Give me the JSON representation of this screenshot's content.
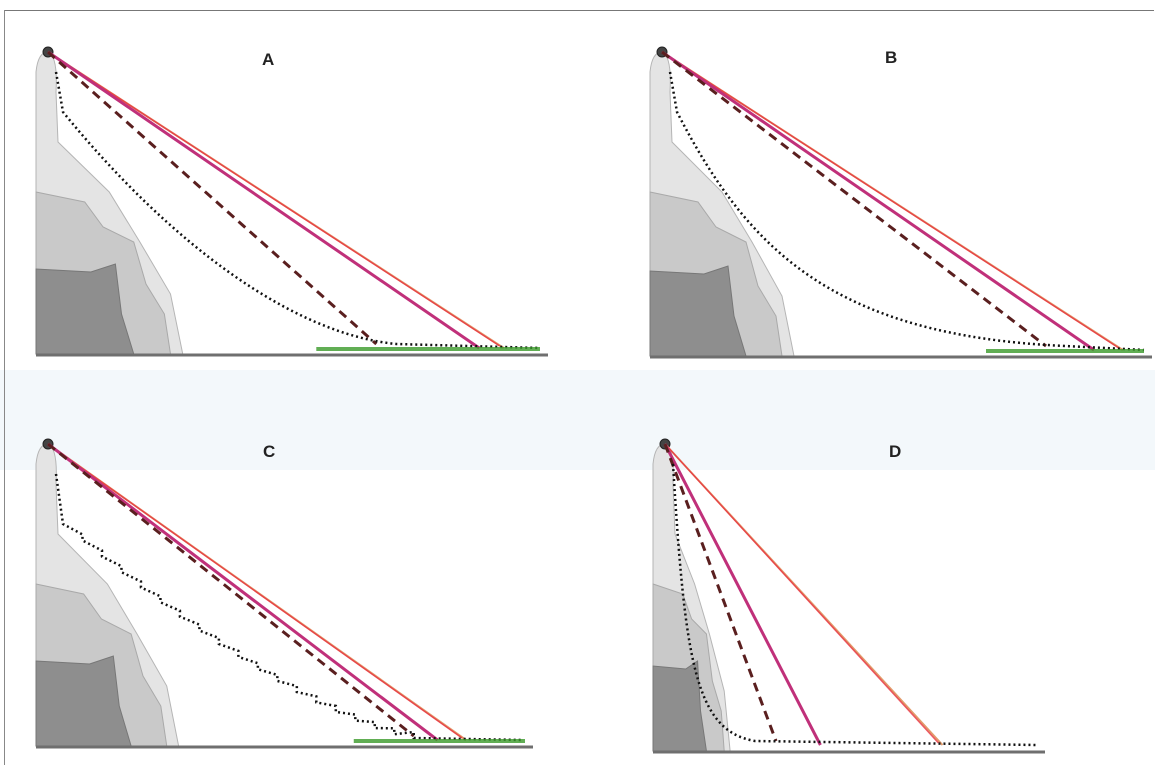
{
  "panels": [
    {
      "id": "A",
      "label": "A",
      "runout": {
        "dash": 0.67,
        "magenta": 0.88,
        "orange": 0.93,
        "curve": "convex-moderate"
      }
    },
    {
      "id": "B",
      "label": "B",
      "runout": {
        "dash": 0.8,
        "magenta": 0.9,
        "orange": 0.96,
        "curve": "convex-strong"
      }
    },
    {
      "id": "C",
      "label": "C",
      "runout": {
        "dash": 0.77,
        "magenta": 0.82,
        "orange": 0.88,
        "curve": "stepped"
      }
    },
    {
      "id": "D",
      "label": "D",
      "runout": {
        "dash": 0.3,
        "magenta": 0.42,
        "orange": 0.75,
        "curve": "steep-near"
      }
    }
  ],
  "colors": {
    "dashed_line": "#5a1f1f",
    "magenta_line": "#c0307a",
    "orange_line": "#e29a6a",
    "red_line": "#e8303e",
    "dotted_profile": "#111111",
    "green_deposit": "#3a9a2a",
    "rock_light": "#e4e4e4",
    "rock_mid": "#c9c9c9",
    "rock_dark": "#8e8e8e",
    "ground": "#6f6f6f"
  }
}
